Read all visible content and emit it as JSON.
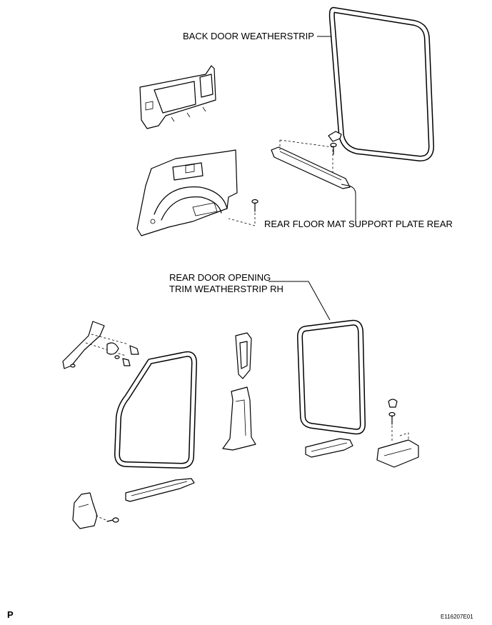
{
  "labels": {
    "back_door_weatherstrip": "BACK DOOR WEATHERSTRIP",
    "rear_floor_mat_support_plate_rear": "REAR FLOOR MAT SUPPORT PLATE REAR",
    "rear_door_opening_line1": "REAR DOOR OPENING",
    "rear_door_opening_line2": "TRIM WEATHERSTRIP RH"
  },
  "footer": {
    "section_letter": "P",
    "illustration_code": "E116207E01"
  }
}
